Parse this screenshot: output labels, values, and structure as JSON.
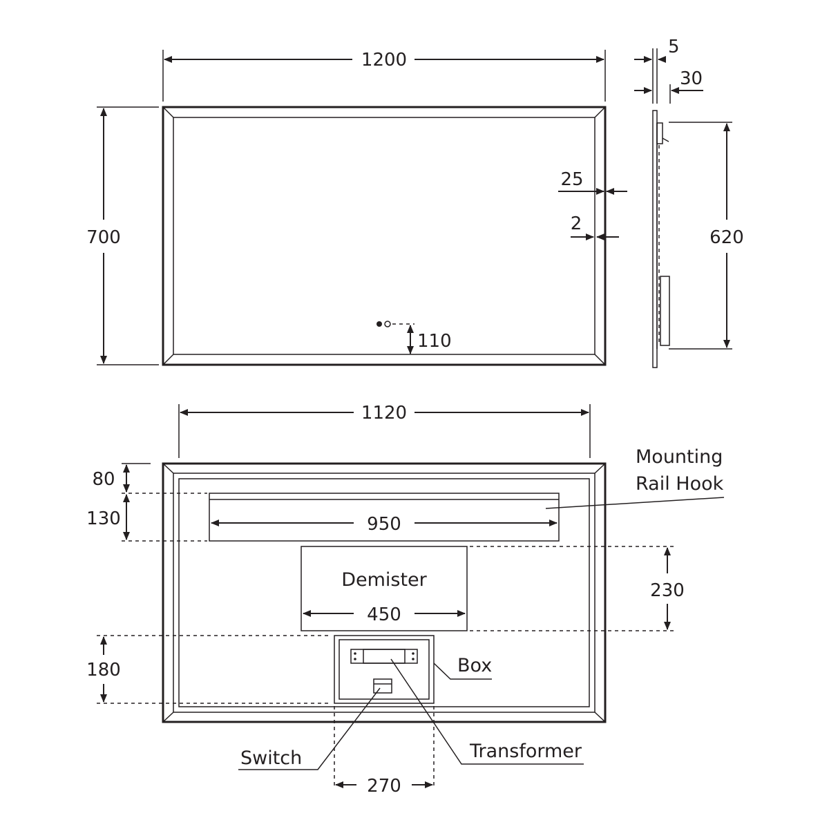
{
  "front_view": {
    "width_label": "1200",
    "height_label": "700",
    "border_label": "25",
    "inner_gap_label": "2",
    "sensor_offset_label": "110"
  },
  "side_view": {
    "thickness_label": "5",
    "depth_label": "30",
    "rail_span_label": "620"
  },
  "back_view": {
    "width_label": "1120",
    "top_offset_label": "80",
    "rail_height_label": "130",
    "rail_width_label": "950",
    "demister_label": "Demister",
    "demister_width_label": "450",
    "demister_height_label": "230",
    "box_height_label": "180",
    "box_width_label": "270",
    "rail_callout_line1": "Mounting",
    "rail_callout_line2": "Rail Hook",
    "box_callout": "Box",
    "switch_callout": "Switch",
    "transformer_callout": "Transformer"
  },
  "colors": {
    "ink": "#231f20",
    "background": "#ffffff"
  }
}
